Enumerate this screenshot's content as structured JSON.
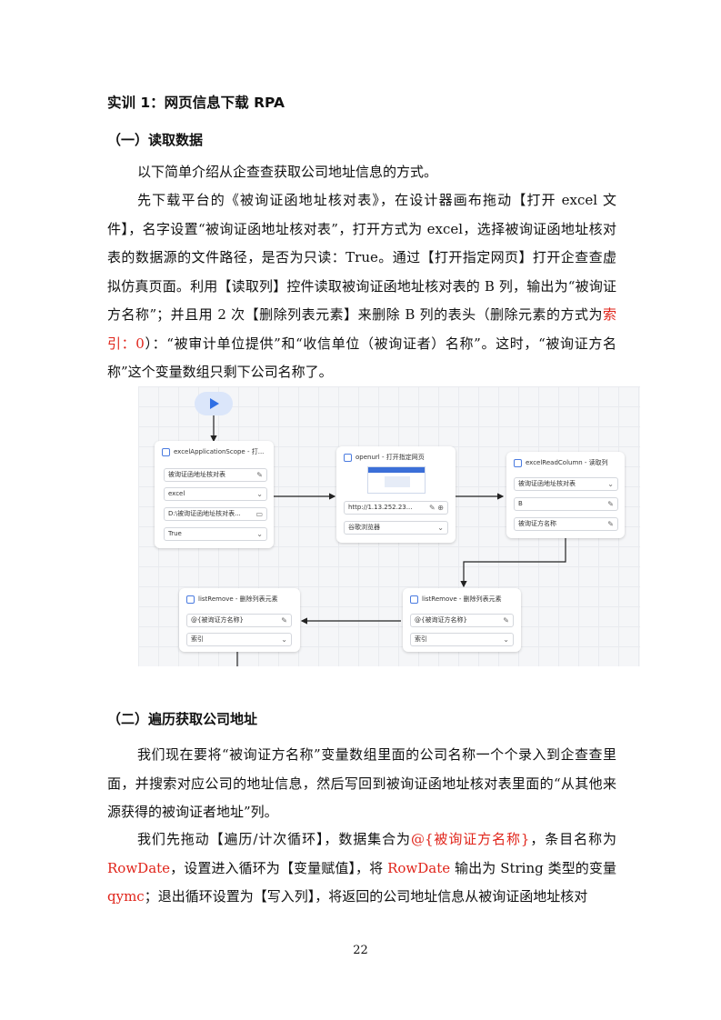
{
  "section_title": "实训 1：网页信息下载 RPA",
  "sub1": "（一）读取数据",
  "para1": "以下简单介绍从企查查获取公司地址信息的方式。",
  "para2": {
    "a": "先下载平台的《被询证函地址核对表》，在设计器画布拖动【打开 excel 文件】，名字设置“被询证函地址核对表”，打开方式为 excel，选择被询证函地址核对表的数据源的文件路径，是否为只读：True。通过【打开指定网页】打开企查查虚拟仿真页面。利用【读取列】控件读取被询证函地址核对表的 B 列，输出为“被询证方名称”；并且用 2 次【删除列表元素】来删除 B 列的表头（删除元素的方式为",
    "red": "索引：0",
    "b": "）：“被审计单位提供”和“收信单位（被询证者）名称”。这时，“被询证方名称”这个变量数组只剩下公司名称了。"
  },
  "flow": {
    "node1": {
      "title": "excelApplicationScope - 打...",
      "fields": [
        "被询证函地址核对表",
        "excel",
        "D:\\被询证函地址核对表...",
        "True"
      ]
    },
    "node2": {
      "title": "openurl - 打开指定网页",
      "fields": [
        "http://1.13.252.23...",
        "谷歌浏览器"
      ]
    },
    "node3": {
      "title": "excelReadColumn - 读取列",
      "fields": [
        "被询证函地址核对表",
        "B",
        "被询证方名称"
      ]
    },
    "node4": {
      "title": "listRemove - 删除列表元素",
      "fields": [
        "@{被询证方名称}",
        "索引"
      ]
    },
    "node5": {
      "title": "listRemove - 删除列表元素",
      "fields": [
        "@{被询证方名称}",
        "索引"
      ]
    }
  },
  "sub2": "（二）遍历获取公司地址",
  "para3": "我们现在要将“被询证方名称”变量数组里面的公司名称一个个录入到企查查里面，并搜索对应公司的地址信息，然后写回到被询证函地址核对表里面的“从其他来源获得的被询证者地址”列。",
  "para4": {
    "a": "我们先拖动【遍历/计次循环】，数据集合为",
    "r1": "@{被询证方名称}",
    "b": "，条目名称为",
    "r2": "RowDate",
    "c": "，设置进入循环为【变量赋值】，将 ",
    "r3": "RowDate",
    "d": " 输出为 String 类型的变量 ",
    "r4": "qymc",
    "e": "；退出循环设置为【写入列】，将返回的公司地址信息从被询证函地址核对"
  },
  "page_number": "22"
}
